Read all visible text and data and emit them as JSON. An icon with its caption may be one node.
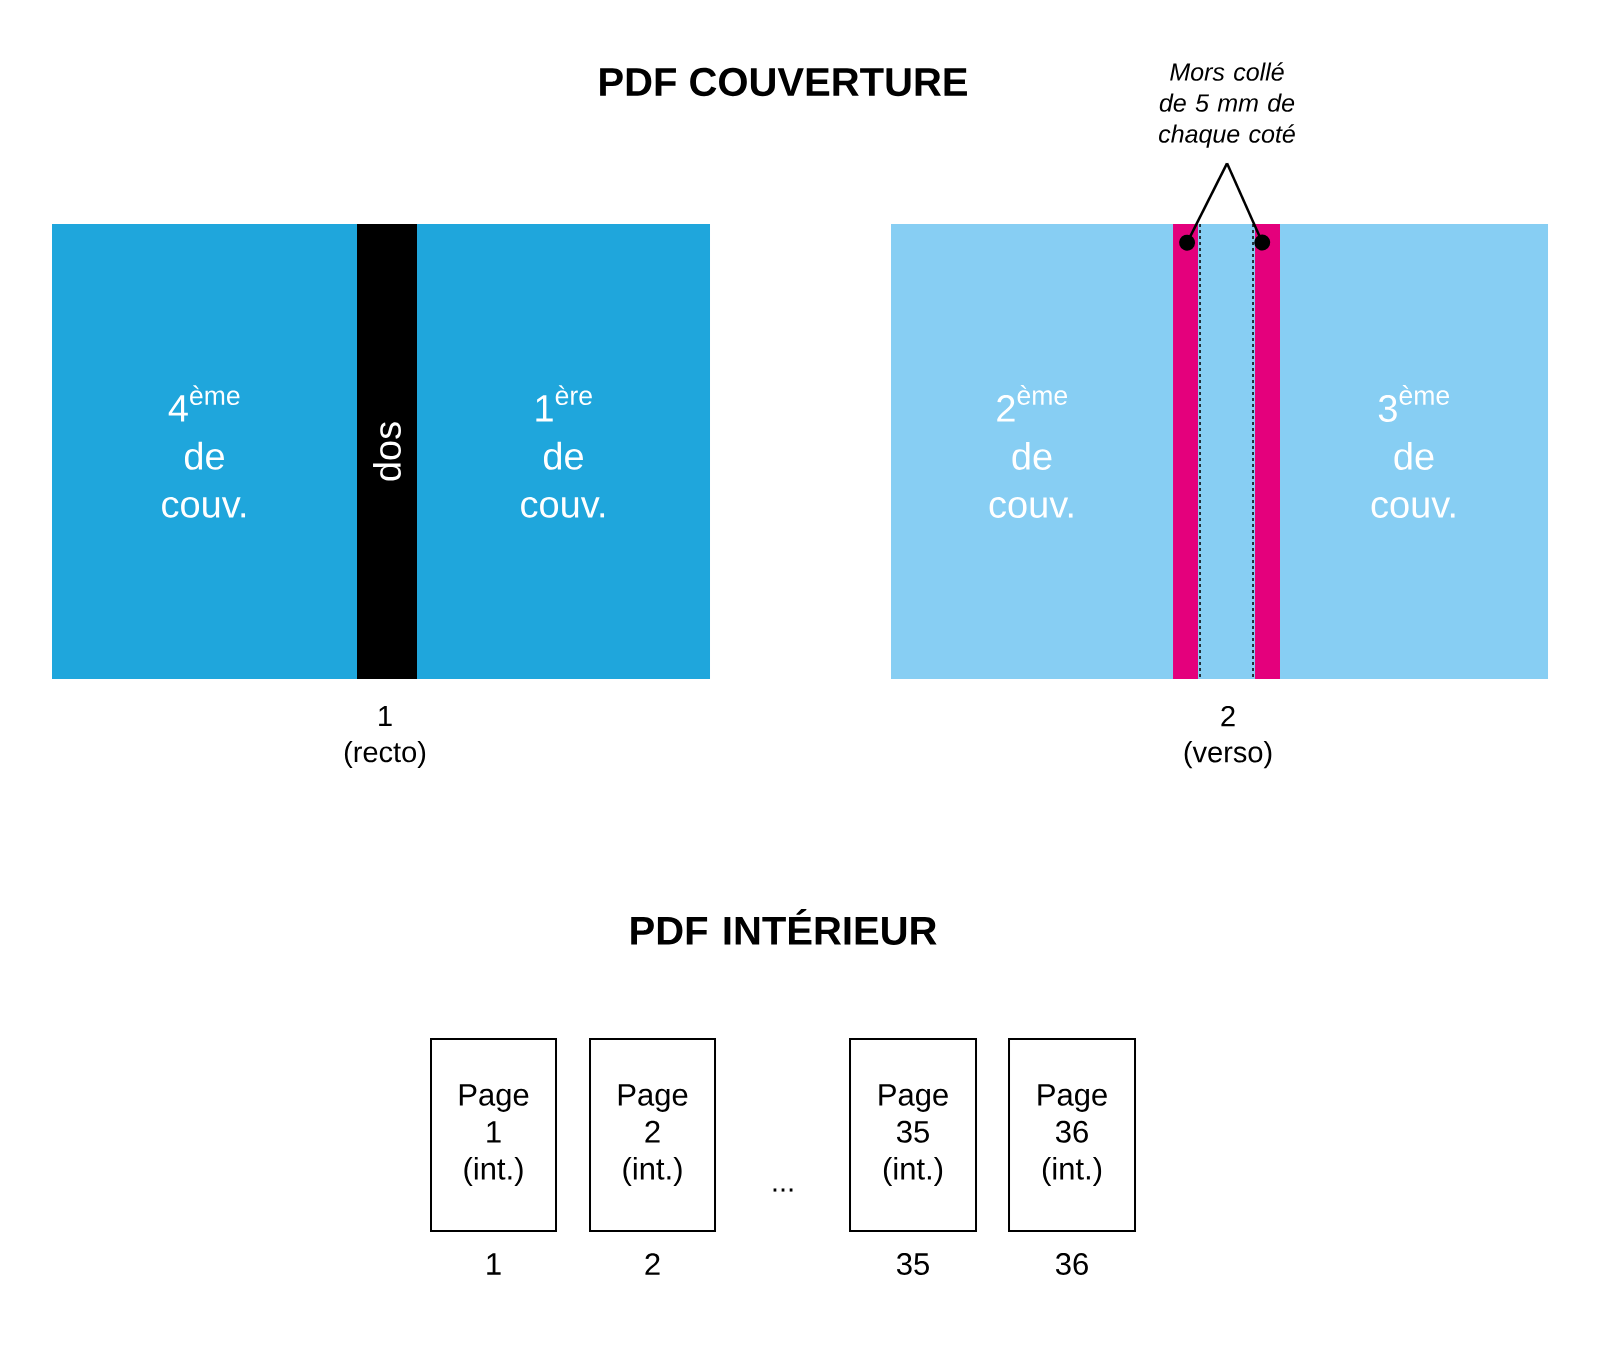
{
  "diagram": {
    "title": "PDF COUVERTURE",
    "nodes": [
      {
        "text": [
          "\\text{4}^{\\text{ème}}",
          "de couv."
        ]
      },
      {
        "text": [
          "dos"
        ]
      },
      {
        "text": [
          "\\text{1}^{\\text{ère}}",
          "de couv."
        ]
      },
      {
        "text": [
          "\\text{2}^{\\text{ème}}",
          "de couv."
        ]
      },
      {
        "text": [],
        "shape": "bar"
      },
      {
        "text": [],
        "shape": "box"
      },
      {
        "text": [],
        "shape": "bar"
      },
      {
        "text": [
          "\\text{3}^{\\text{ème}}",
          "de couv."
        ]
      },
      {
        "text": [
          "Mors collé de 5 mm de chaque coté"
        ]
      },
      {
        "text": [
          "Page 1 (int.)"
        ],
        "beside": [
          "1"
        ]
      },
      {
        "text": [
          "Page 2 (int.)"
        ],
        "beside": [
          "2"
        ]
      },
      {
        "text": [
          "Page 35 (int.)"
        ],
        "beside": [
          "35"
        ]
      },
      {
        "text": [
          "Page 36 (int.)"
        ],
        "beside": [
          "36"
        ]
      }
    ],
    "edges": [
      {
        "from": 8,
        "to": 4,
        "arrow": "other"
      },
      {
        "from": 8,
        "to": 6,
        "arrow": "other"
      }
    ],
    "labels": [
      "1 (recto)",
      "2 (verso)",
      "PDF INTÉRIEUR",
      "..."
    ]
  }
}
